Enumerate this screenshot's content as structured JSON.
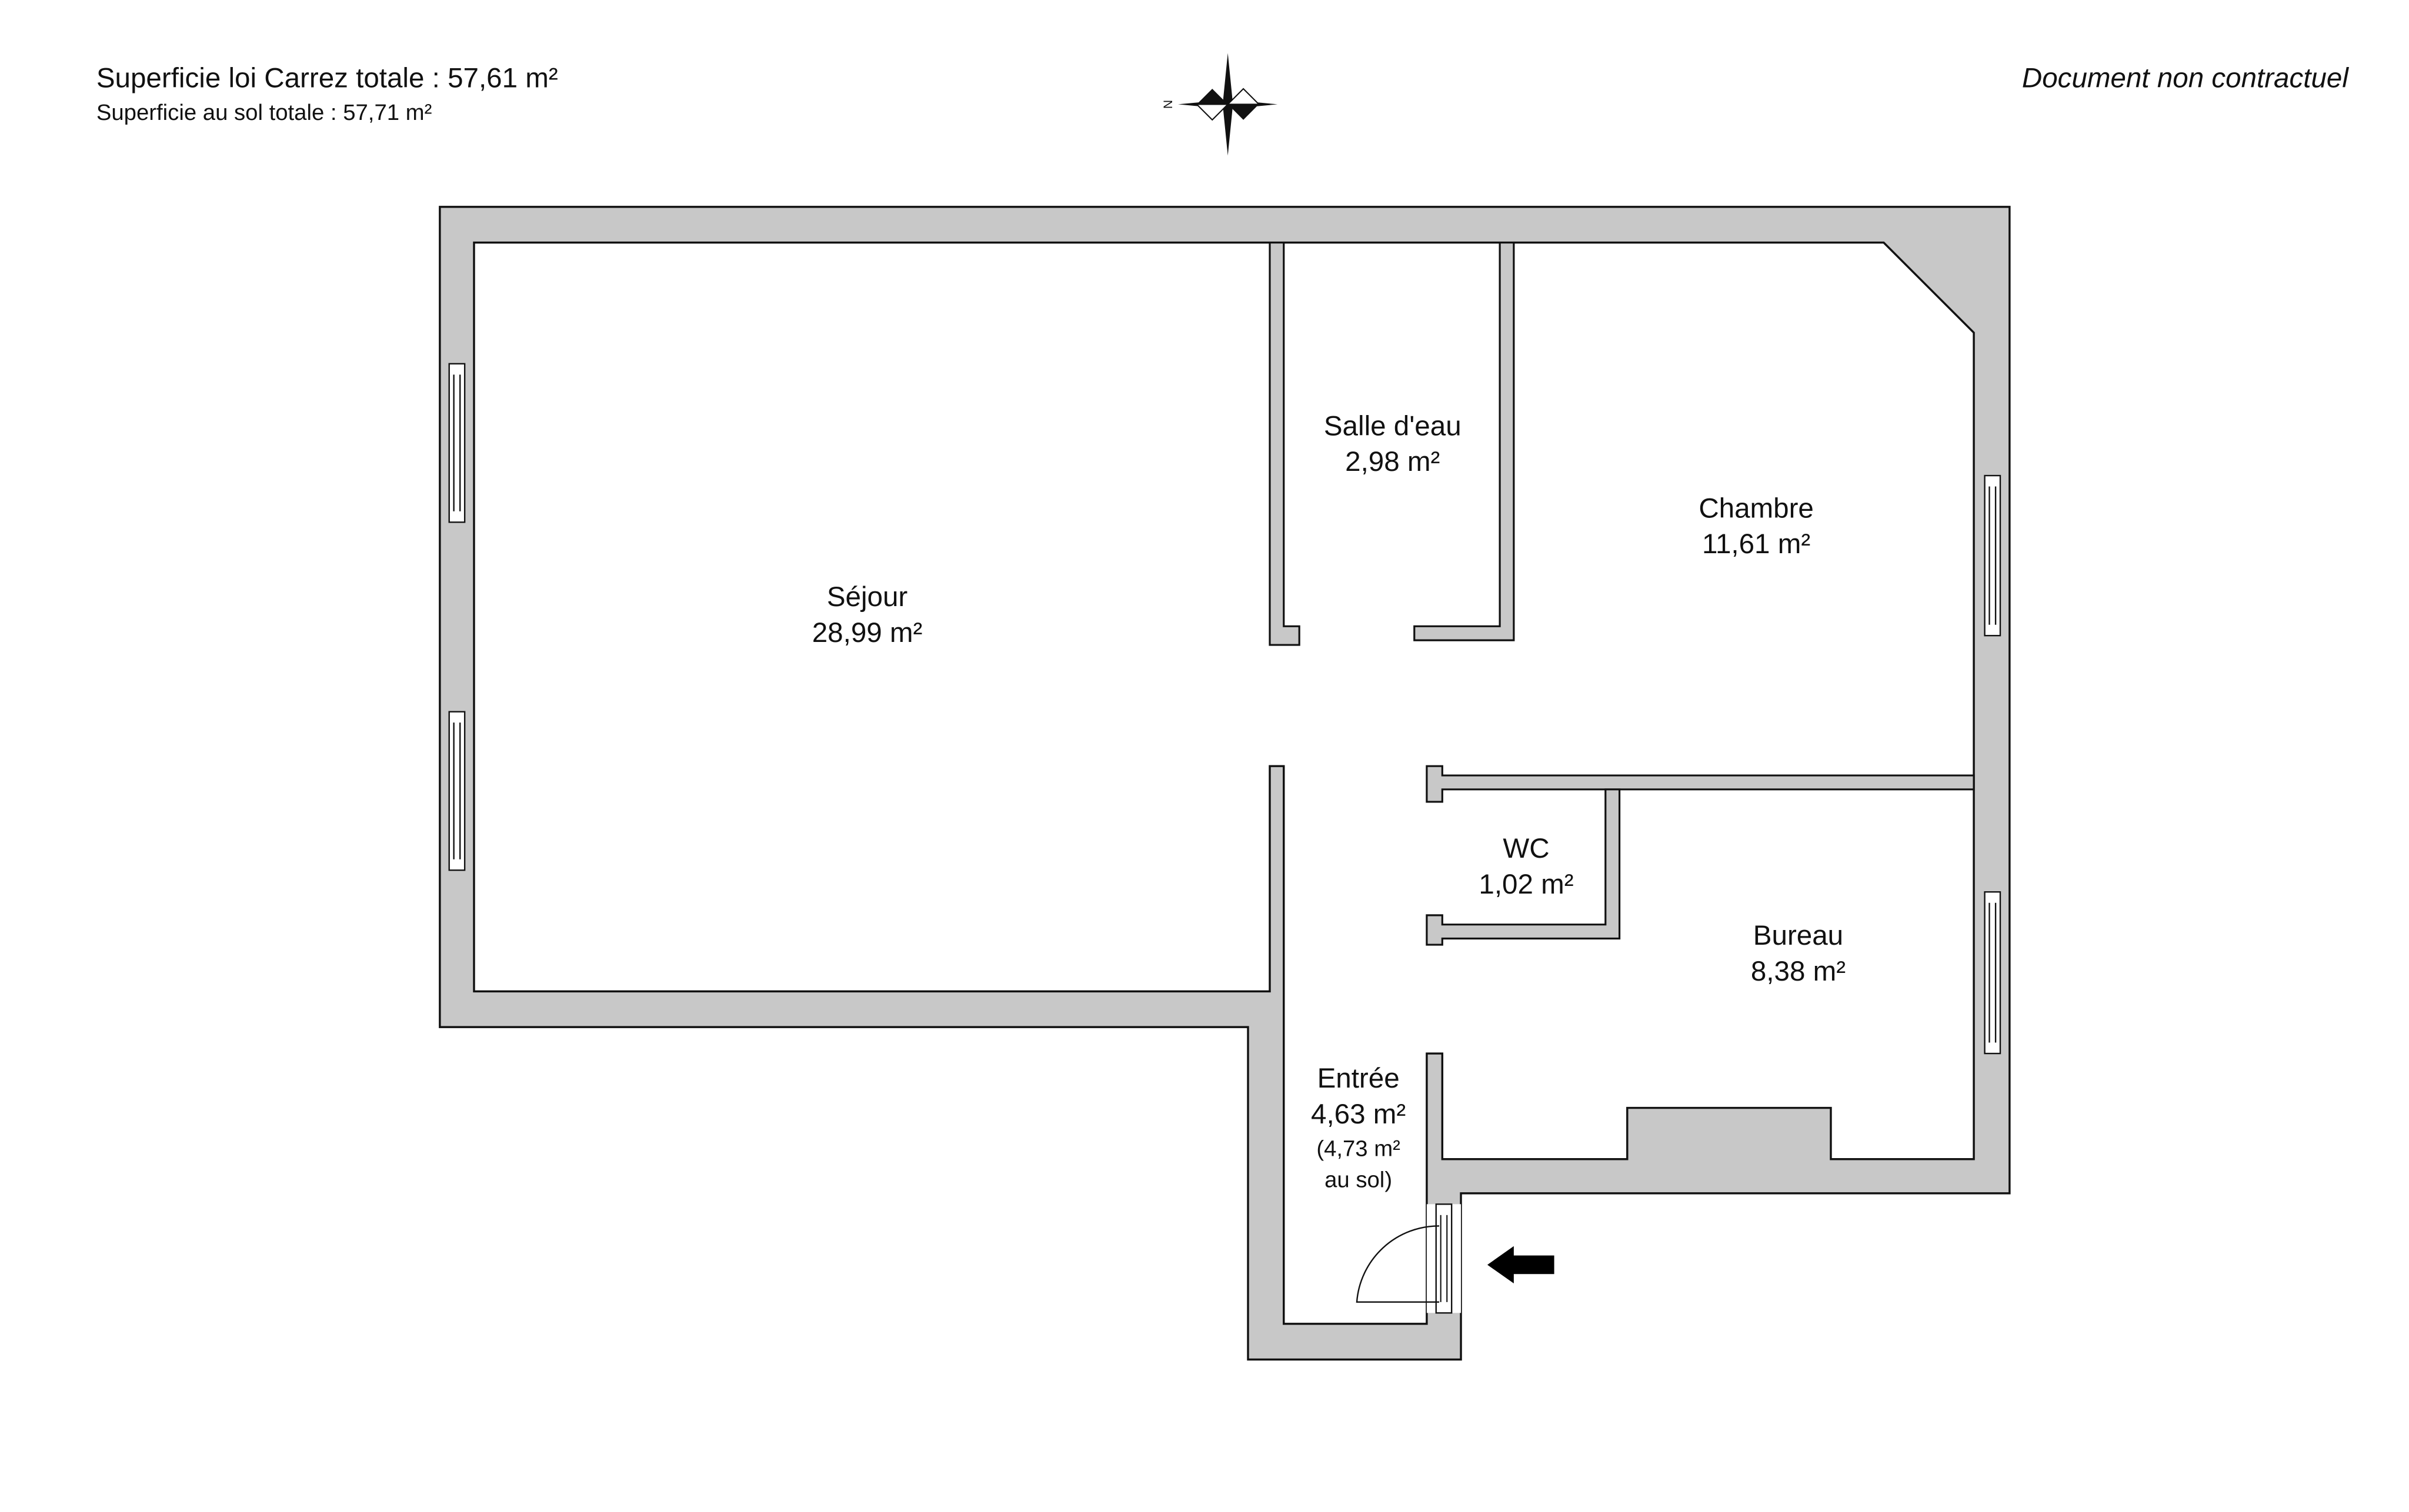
{
  "header": {
    "carrez_total": "Superficie loi Carrez totale :  57,61 m²",
    "floor_total": "Superficie au sol totale :  57,71 m²",
    "disclaimer": "Document non contractuel",
    "compass_letter": "N"
  },
  "rooms": {
    "sejour": {
      "name": "Séjour",
      "area": "28,99 m²"
    },
    "salle_deau": {
      "name": "Salle d'eau",
      "area": "2,98 m²"
    },
    "chambre": {
      "name": "Chambre",
      "area": "11,61 m²"
    },
    "wc": {
      "name": "WC",
      "area": "1,02 m²"
    },
    "bureau": {
      "name": "Bureau",
      "area": "8,38 m²"
    },
    "entree": {
      "name": "Entrée",
      "area": "4,63 m²",
      "floor_note_1": "(4,73 m²",
      "floor_note_2": "au sol)"
    }
  },
  "colors": {
    "wall": "#c8c8c8",
    "line": "#111111",
    "floor": "#ffffff"
  }
}
